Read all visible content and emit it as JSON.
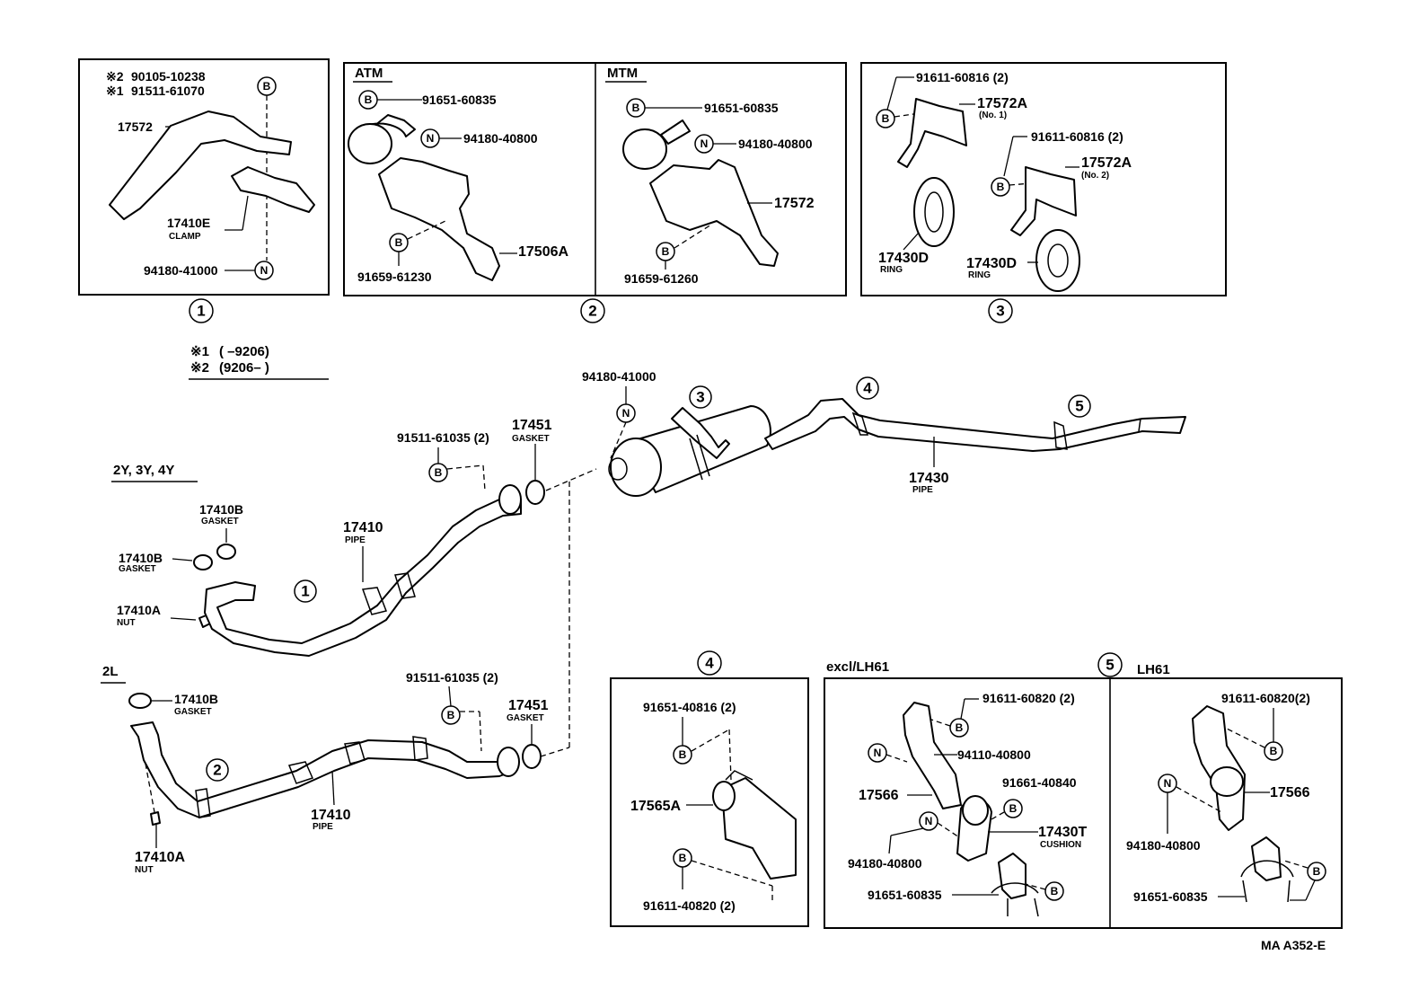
{
  "box1": {
    "note2_mark": "※2",
    "note2_part": "90105-10238",
    "note1_mark": "※1",
    "note1_part": "91511-61070",
    "bolt": "B",
    "bracket": "17572",
    "clamp": "17410E",
    "clamp_label": "CLAMP",
    "nut_part": "94180-41000",
    "nut": "N",
    "index": "1"
  },
  "box2": {
    "atm_title": "ATM",
    "mtm_title": "MTM",
    "atm_bolt_top": "91651-60835",
    "atm_nut": "94180-40800",
    "atm_bracket": "17506A",
    "atm_bolt_bottom": "91659-61230",
    "mtm_bolt_top": "91651-60835",
    "mtm_nut": "94180-40800",
    "mtm_bracket": "17572",
    "mtm_bolt_bottom": "91659-61260",
    "index": "2"
  },
  "box3": {
    "bolt1": "91611-60816 (2)",
    "hanger1": "17572A",
    "hanger1_sub": "(No. 1)",
    "bolt2": "91611-60816 (2)",
    "hanger2": "17572A",
    "hanger2_sub": "(No. 2)",
    "ring1": "17430D",
    "ring1_label": "RING",
    "ring2": "17430D",
    "ring2_label": "RING",
    "index": "3"
  },
  "notes": {
    "n1_mark": "※1",
    "n1_text": "(        –9206)",
    "n2_mark": "※2",
    "n2_text": "(9206–         )"
  },
  "main": {
    "engine_a": "2Y, 3Y, 4Y",
    "engine_b": "2L",
    "gasket_b_top": "17410B",
    "gasket_label": "GASKET",
    "gasket_b_left": "17410B",
    "pipe_part": "17410",
    "pipe_label": "PIPE",
    "nut_part": "17410A",
    "nut_label": "NUT",
    "bolt_set": "91511-61035 (2)",
    "gasket_part": "17451",
    "muffler_nut": "94180-41000",
    "tail_pipe": "17430",
    "circle1": "1",
    "circle2": "2",
    "circle3": "3",
    "circle4": "4",
    "circle5": "5",
    "b": "B",
    "n": "N"
  },
  "box4": {
    "index": "4",
    "bolt_top": "91651-40816 (2)",
    "mount": "17565A",
    "bolt_bottom": "91611-40820 (2)"
  },
  "box5": {
    "index": "5",
    "left_title": "excl/LH61",
    "right_title": "LH61",
    "l_bolt_top": "91611-60820 (2)",
    "l_bolt_mid": "94110-40800",
    "l_bracket": "17566",
    "l_bolt_cushion": "91661-40840",
    "l_cushion": "17430T",
    "l_cushion_label": "CUSHION",
    "l_nut": "94180-40800",
    "l_bolt_bottom": "91651-60835",
    "r_bolt_top": "91611-60820(2)",
    "r_bracket": "17566",
    "r_nut": "94180-40800",
    "r_bolt_bottom": "91651-60835"
  },
  "code": "MA A352-E"
}
